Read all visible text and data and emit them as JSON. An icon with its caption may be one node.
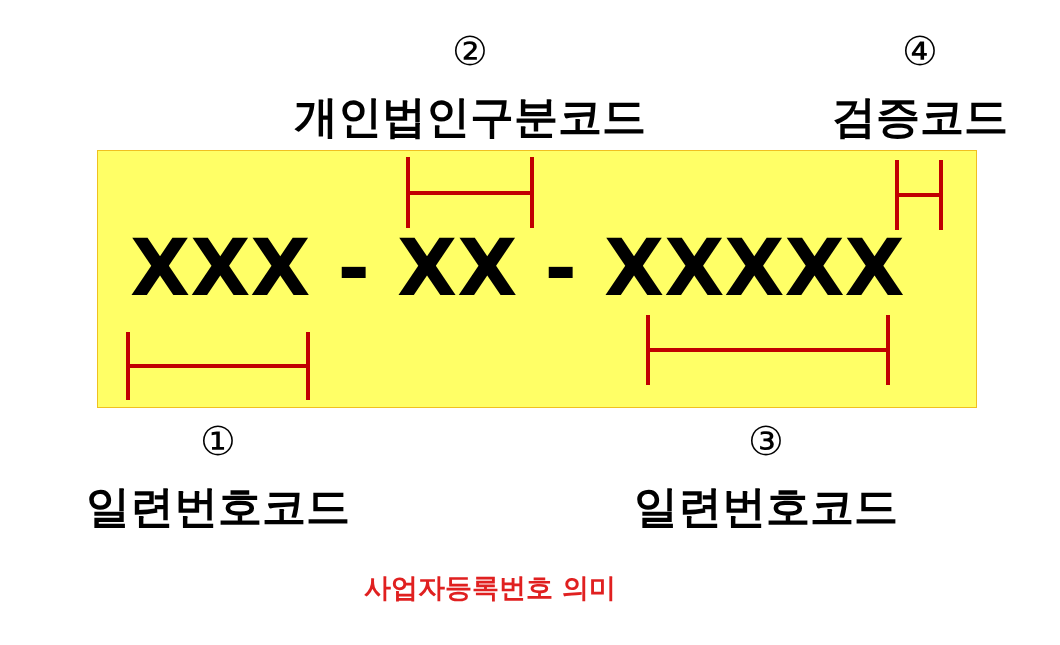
{
  "diagram": {
    "caption": "사업자등록번호 의미",
    "nodes": [
      {
        "text": [
          "XXX - XX - XXXXX"
        ]
      }
    ],
    "edges": [],
    "labels": [
      "②",
      "개인법인구분코드",
      "④",
      "검증코드",
      "①",
      "일련번호코드",
      "③",
      "일련번호코드"
    ]
  }
}
